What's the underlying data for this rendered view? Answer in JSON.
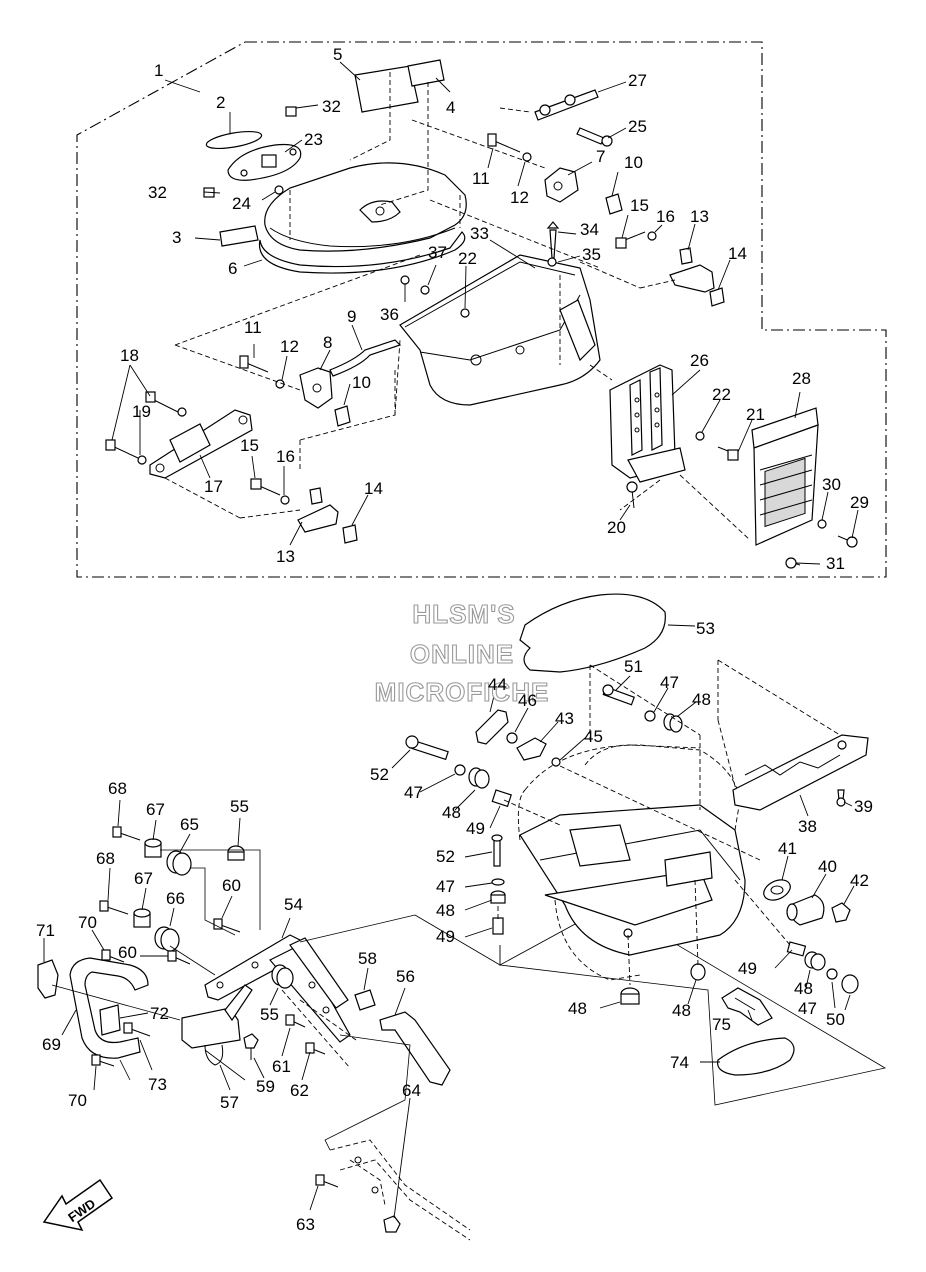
{
  "watermark": {
    "line1": "HLSM'S",
    "line2": "ONLINE",
    "line3": "MICROFICHE"
  },
  "direction_label": "FWD",
  "labels": [
    {
      "id": "1",
      "t": "1"
    },
    {
      "id": "2",
      "t": "2"
    },
    {
      "id": "3",
      "t": "3"
    },
    {
      "id": "4",
      "t": "4"
    },
    {
      "id": "5",
      "t": "5"
    },
    {
      "id": "6",
      "t": "6"
    },
    {
      "id": "7",
      "t": "7"
    },
    {
      "id": "8",
      "t": "8"
    },
    {
      "id": "9",
      "t": "9"
    },
    {
      "id": "10a",
      "t": "10"
    },
    {
      "id": "10b",
      "t": "10"
    },
    {
      "id": "11a",
      "t": "11"
    },
    {
      "id": "11b",
      "t": "11"
    },
    {
      "id": "12a",
      "t": "12"
    },
    {
      "id": "12b",
      "t": "12"
    },
    {
      "id": "13a",
      "t": "13"
    },
    {
      "id": "13b",
      "t": "13"
    },
    {
      "id": "14a",
      "t": "14"
    },
    {
      "id": "14b",
      "t": "14"
    },
    {
      "id": "15a",
      "t": "15"
    },
    {
      "id": "15b",
      "t": "15"
    },
    {
      "id": "16a",
      "t": "16"
    },
    {
      "id": "16b",
      "t": "16"
    },
    {
      "id": "17",
      "t": "17"
    },
    {
      "id": "18",
      "t": "18"
    },
    {
      "id": "19",
      "t": "19"
    },
    {
      "id": "20",
      "t": "20"
    },
    {
      "id": "21",
      "t": "21"
    },
    {
      "id": "22a",
      "t": "22"
    },
    {
      "id": "22b",
      "t": "22"
    },
    {
      "id": "23",
      "t": "23"
    },
    {
      "id": "24",
      "t": "24"
    },
    {
      "id": "25",
      "t": "25"
    },
    {
      "id": "26",
      "t": "26"
    },
    {
      "id": "27",
      "t": "27"
    },
    {
      "id": "28",
      "t": "28"
    },
    {
      "id": "29",
      "t": "29"
    },
    {
      "id": "30",
      "t": "30"
    },
    {
      "id": "31",
      "t": "31"
    },
    {
      "id": "32a",
      "t": "32"
    },
    {
      "id": "32b",
      "t": "32"
    },
    {
      "id": "33",
      "t": "33"
    },
    {
      "id": "34",
      "t": "34"
    },
    {
      "id": "35",
      "t": "35"
    },
    {
      "id": "36",
      "t": "36"
    },
    {
      "id": "37",
      "t": "37"
    },
    {
      "id": "38",
      "t": "38"
    },
    {
      "id": "39",
      "t": "39"
    },
    {
      "id": "40",
      "t": "40"
    },
    {
      "id": "41",
      "t": "41"
    },
    {
      "id": "42",
      "t": "42"
    },
    {
      "id": "43",
      "t": "43"
    },
    {
      "id": "44",
      "t": "44"
    },
    {
      "id": "45",
      "t": "45"
    },
    {
      "id": "46",
      "t": "46"
    },
    {
      "id": "47a",
      "t": "47"
    },
    {
      "id": "47b",
      "t": "47"
    },
    {
      "id": "47c",
      "t": "47"
    },
    {
      "id": "47d",
      "t": "47"
    },
    {
      "id": "48a",
      "t": "48"
    },
    {
      "id": "48b",
      "t": "48"
    },
    {
      "id": "48c",
      "t": "48"
    },
    {
      "id": "48d",
      "t": "48"
    },
    {
      "id": "48e",
      "t": "48"
    },
    {
      "id": "48f",
      "t": "48"
    },
    {
      "id": "49a",
      "t": "49"
    },
    {
      "id": "49b",
      "t": "49"
    },
    {
      "id": "49c",
      "t": "49"
    },
    {
      "id": "50",
      "t": "50"
    },
    {
      "id": "51",
      "t": "51"
    },
    {
      "id": "52a",
      "t": "52"
    },
    {
      "id": "52b",
      "t": "52"
    },
    {
      "id": "53",
      "t": "53"
    },
    {
      "id": "54",
      "t": "54"
    },
    {
      "id": "55a",
      "t": "55"
    },
    {
      "id": "55b",
      "t": "55"
    },
    {
      "id": "56",
      "t": "56"
    },
    {
      "id": "57",
      "t": "57"
    },
    {
      "id": "58",
      "t": "58"
    },
    {
      "id": "59",
      "t": "59"
    },
    {
      "id": "60a",
      "t": "60"
    },
    {
      "id": "60b",
      "t": "60"
    },
    {
      "id": "61",
      "t": "61"
    },
    {
      "id": "62",
      "t": "62"
    },
    {
      "id": "63",
      "t": "63"
    },
    {
      "id": "64",
      "t": "64"
    },
    {
      "id": "65",
      "t": "65"
    },
    {
      "id": "66",
      "t": "66"
    },
    {
      "id": "67a",
      "t": "67"
    },
    {
      "id": "67b",
      "t": "67"
    },
    {
      "id": "68a",
      "t": "68"
    },
    {
      "id": "68b",
      "t": "68"
    },
    {
      "id": "69",
      "t": "69"
    },
    {
      "id": "70a",
      "t": "70"
    },
    {
      "id": "70b",
      "t": "70"
    },
    {
      "id": "71",
      "t": "71"
    },
    {
      "id": "72",
      "t": "72"
    },
    {
      "id": "73",
      "t": "73"
    },
    {
      "id": "74",
      "t": "74"
    },
    {
      "id": "75",
      "t": "75"
    }
  ]
}
